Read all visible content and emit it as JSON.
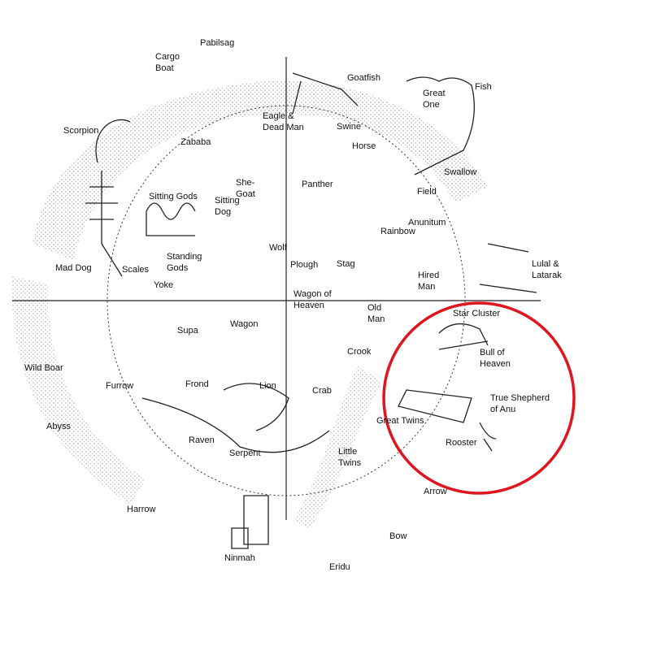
{
  "colors": {
    "highlight": "#e0161e",
    "ink": "#111111",
    "stipple": "#777777"
  },
  "labels": {
    "pabilsag": "Pabilsag",
    "cargo_boat": [
      "Cargo",
      "Boat"
    ],
    "scorpion": "Scorpion",
    "eagle_dead_man": [
      "Eagle &",
      "Dead Man"
    ],
    "goatfish": "Goatfish",
    "great_one": [
      "Great",
      "One"
    ],
    "fish": "Fish",
    "swine": "Swine",
    "horse": "Horse",
    "swallow": "Swallow",
    "zababa": "Zababa",
    "she_goat": [
      "She-",
      "Goat"
    ],
    "sitting_dog": [
      "Sitting",
      "Dog"
    ],
    "sitting_gods": "Sitting Gods",
    "panther": "Panther",
    "field": "Field",
    "anunitum": "Anunitum",
    "rainbow": "Rainbow",
    "wolf": "Wolf",
    "standing_gods": [
      "Standing",
      "Gods"
    ],
    "plough": "Plough",
    "stag": "Stag",
    "hired_man": [
      "Hired",
      "Man"
    ],
    "lulal_latarak": [
      "Lulal &",
      "Latarak"
    ],
    "mad_dog": "Mad Dog",
    "scales": "Scales",
    "yoke": "Yoke",
    "wagon_of_heaven": [
      "Wagon of",
      "Heaven"
    ],
    "old_man": [
      "Old",
      "Man"
    ],
    "star_cluster": "Star Cluster",
    "supa": "Supa",
    "wagon": "Wagon",
    "crook": "Crook",
    "bull_of_heaven": [
      "Bull of",
      "Heaven"
    ],
    "wild_boar": "Wild Boar",
    "furrow": "Furrow",
    "frond": "Frond",
    "lion": "Lion",
    "crab": "Crab",
    "true_shepherd": [
      "True Shepherd",
      "of Anu"
    ],
    "great_twins": "Great Twins",
    "abyss": "Abyss",
    "raven": "Raven",
    "serpent": "Serpent",
    "rooster": "Rooster",
    "little_twins": [
      "Little",
      "Twins"
    ],
    "arrow": "Arrow",
    "harrow": "Harrow",
    "bow": "Bow",
    "ninmah": "Ninmah",
    "eridu": "Eridu"
  }
}
